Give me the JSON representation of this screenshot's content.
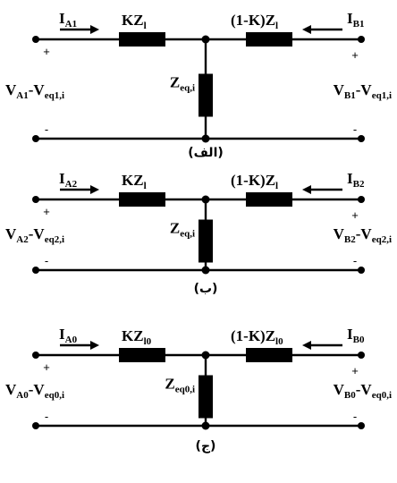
{
  "colors": {
    "ink": "#000000",
    "background": "#ffffff"
  },
  "panels": [
    {
      "caption": "(الف)",
      "current_left": {
        "main": "I",
        "sub": "A1"
      },
      "current_right": {
        "main": "I",
        "sub": "B1"
      },
      "series_left": {
        "main": "KZ",
        "sub": "l"
      },
      "series_right": {
        "main": "(1-K)Z",
        "sub": "l"
      },
      "shunt": {
        "main": "Z",
        "sub": "eq,i"
      },
      "voltage_left": {
        "a": "V",
        "a_sub": "A1",
        "dash": "-",
        "b": "V",
        "b_sub": "eq1,i"
      },
      "voltage_right": {
        "a": "V",
        "a_sub": "B1",
        "dash": "-",
        "b": "V",
        "b_sub": "eq1,i"
      },
      "plus": "+",
      "minus": "-"
    },
    {
      "caption": "(ب)",
      "current_left": {
        "main": "I",
        "sub": "A2"
      },
      "current_right": {
        "main": "I",
        "sub": "B2"
      },
      "series_left": {
        "main": "KZ",
        "sub": "l"
      },
      "series_right": {
        "main": "(1-K)Z",
        "sub": "l"
      },
      "shunt": {
        "main": "Z",
        "sub": "eq,i"
      },
      "voltage_left": {
        "a": "V",
        "a_sub": "A2",
        "dash": "-",
        "b": "V",
        "b_sub": "eq2,i"
      },
      "voltage_right": {
        "a": "V",
        "a_sub": "B2",
        "dash": "-",
        "b": "V",
        "b_sub": "eq2,i"
      },
      "plus": "+",
      "minus": "-"
    },
    {
      "caption": "(ج)",
      "current_left": {
        "main": "I",
        "sub": "A0"
      },
      "current_right": {
        "main": "I",
        "sub": "B0"
      },
      "series_left": {
        "main": "KZ",
        "sub": "l0"
      },
      "series_right": {
        "main": "(1-K)Z",
        "sub": "l0"
      },
      "shunt": {
        "main": "Z",
        "sub": "eq0,i"
      },
      "voltage_left": {
        "a": "V",
        "a_sub": "A0",
        "dash": "-",
        "b": "V",
        "b_sub": "eq0,i"
      },
      "voltage_right": {
        "a": "V",
        "a_sub": "B0",
        "dash": "-",
        "b": "V",
        "b_sub": "eq0,i"
      },
      "plus": "+",
      "minus": "-"
    }
  ]
}
